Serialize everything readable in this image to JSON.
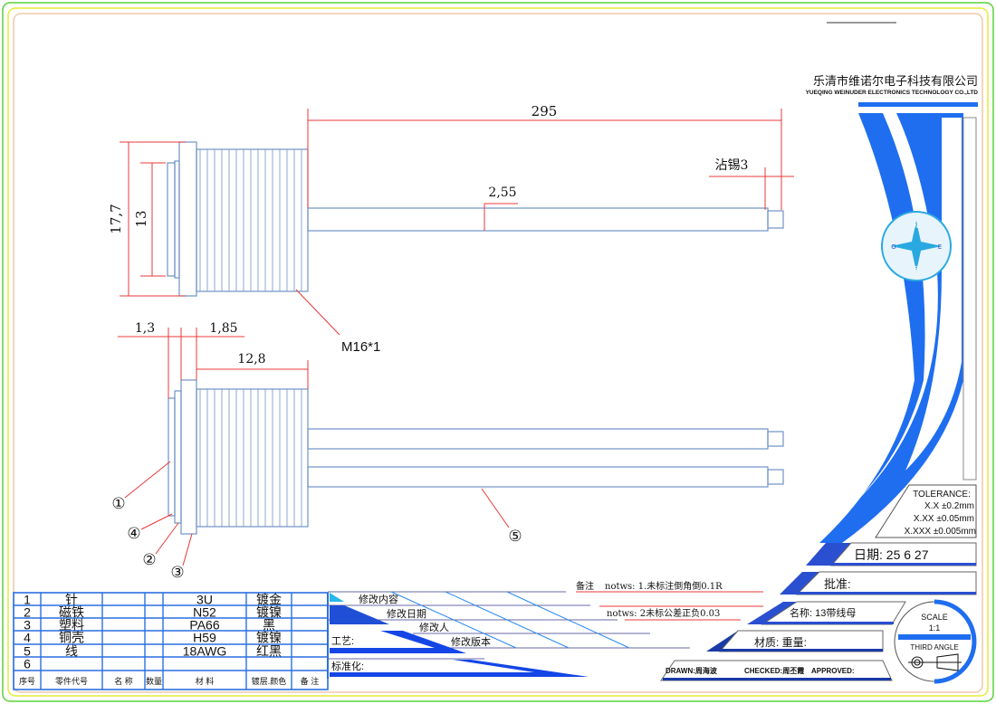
{
  "company": {
    "name_cn": "乐清市维诺尔电子科技有限公司",
    "name_en": "YUEQING WEINUDER ELECTRONICS TECHNOLOGY CO.,LTD"
  },
  "dimensions": {
    "length": "295",
    "pin_dia": "2,55",
    "tin": "沾锡3",
    "outer_dia": "17,7",
    "inner_dia": "13",
    "thread": "M16*1",
    "d1": "1,3",
    "d2": "1,85",
    "thread_len": "12,8"
  },
  "balloons": [
    "①",
    "④",
    "②",
    "③",
    "⑤"
  ],
  "bom": {
    "headers": [
      "序号",
      "零件代号",
      "名 称",
      "数量",
      "材 料",
      "镀层.颜色",
      "备 注"
    ],
    "rows": [
      {
        "no": "1",
        "part": "针",
        "material": "3U",
        "finish": "镀金"
      },
      {
        "no": "2",
        "part": "磁铁",
        "material": "N52",
        "finish": "镀镍"
      },
      {
        "no": "3",
        "part": "塑料",
        "material": "PA66",
        "finish": "黑"
      },
      {
        "no": "4",
        "part": "铜壳",
        "material": "H59",
        "finish": "镀镍"
      },
      {
        "no": "5",
        "part": "线",
        "material": "18AWG",
        "finish": "红黑"
      },
      {
        "no": "6",
        "part": "",
        "material": "",
        "finish": ""
      }
    ]
  },
  "revision": {
    "content": "修改内容",
    "date": "修改日期",
    "person": "修改人",
    "version": "修改版本",
    "process": "工艺:",
    "standard": "标准化:"
  },
  "notes": {
    "label": "备注",
    "note1": "notws: 1.未标注倒角倒0.1R",
    "note2": "notws: 2未标公差正负0.03"
  },
  "tolerance": {
    "title": "TOLERANCE:",
    "lines": [
      "X.X  ±0.2mm",
      "X.XX  ±0.05mm",
      "X.XXX  ±0.005mm"
    ]
  },
  "title_block": {
    "date": "日期:  25  6  27",
    "approve": "批准:",
    "name": "名称: 13带线母",
    "material_weight": "材质:     重量:",
    "drawn": "DRAWN:周海波",
    "checked": "CHECKED:周丕霞",
    "approved": "APPROVED:",
    "scale_label": "SCALE",
    "scale": "1:1",
    "projection": "THIRD ANGLE"
  },
  "compass": {
    "n": "N",
    "s": "S",
    "e": "E",
    "w": "O"
  },
  "colors": {
    "part": "#6f93c6",
    "dim": "#e8393a",
    "table": "#2a6fe0",
    "accent": "#1f4fd6"
  }
}
